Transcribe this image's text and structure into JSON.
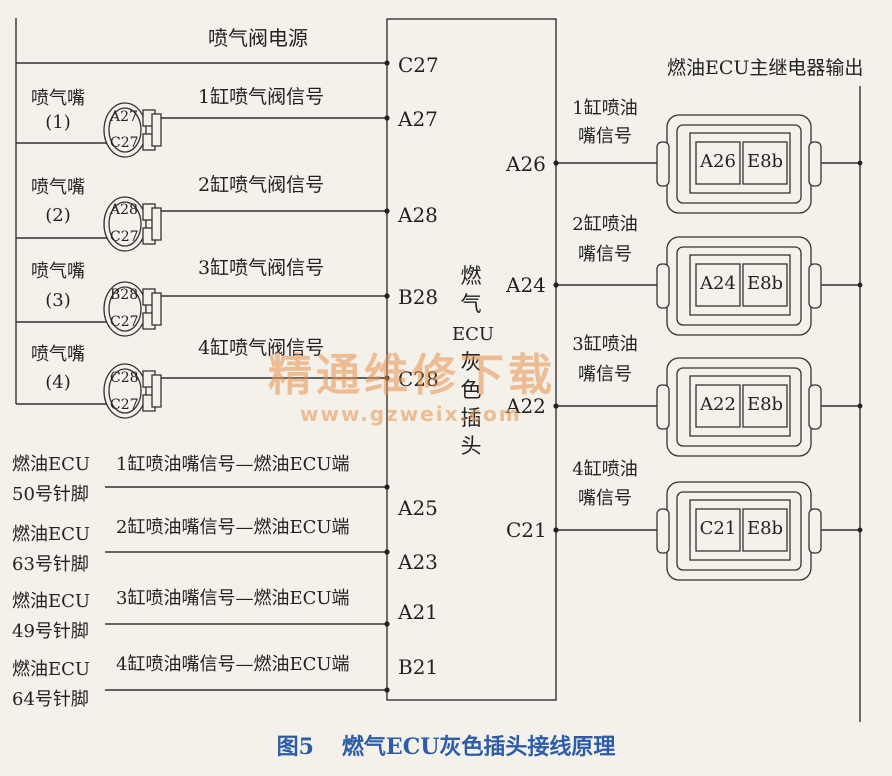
{
  "top": {
    "power_label": "喷气阀电源",
    "relay_output_label": "燃油ECU主继电器输出"
  },
  "connector": {
    "name_chars": [
      "燃",
      "气",
      "ECU",
      "灰",
      "色",
      "插",
      "头"
    ]
  },
  "left_pins": [
    "C27",
    "A27",
    "A28",
    "B28",
    "C28",
    "A25",
    "A23",
    "A21",
    "B21"
  ],
  "right_pins": [
    "A26",
    "A24",
    "A22",
    "C21"
  ],
  "valves": [
    {
      "label": "喷气嘴",
      "num": "(1)",
      "pins": [
        "A27",
        "C27"
      ],
      "signal": "1缸喷气阀信号"
    },
    {
      "label": "喷气嘴",
      "num": "(2)",
      "pins": [
        "A28",
        "C27"
      ],
      "signal": "2缸喷气阀信号"
    },
    {
      "label": "喷气嘴",
      "num": "(3)",
      "pins": [
        "B28",
        "C27"
      ],
      "signal": "3缸喷气阀信号"
    },
    {
      "label": "喷气嘴",
      "num": "(4)",
      "pins": [
        "C28",
        "C27"
      ],
      "signal": "4缸喷气阀信号"
    }
  ],
  "ecu_inputs": [
    {
      "source_line1": "燃油ECU",
      "source_line2": "50号针脚",
      "signal": "1缸喷油嘴信号—燃油ECU端"
    },
    {
      "source_line1": "燃油ECU",
      "source_line2": "63号针脚",
      "signal": "2缸喷油嘴信号—燃油ECU端"
    },
    {
      "source_line1": "燃油ECU",
      "source_line2": "49号针脚",
      "signal": "3缸喷油嘴信号—燃油ECU端"
    },
    {
      "source_line1": "燃油ECU",
      "source_line2": "64号针脚",
      "signal": "4缸喷油嘴信号—燃油ECU端"
    }
  ],
  "injectors": [
    {
      "line1": "1缸喷油",
      "line2": "嘴信号",
      "pins": [
        "A26",
        "E8b"
      ]
    },
    {
      "line1": "2缸喷油",
      "line2": "嘴信号",
      "pins": [
        "A24",
        "E8b"
      ]
    },
    {
      "line1": "3缸喷油",
      "line2": "嘴信号",
      "pins": [
        "A22",
        "E8b"
      ]
    },
    {
      "line1": "4缸喷油",
      "line2": "嘴信号",
      "pins": [
        "C21",
        "E8b"
      ]
    }
  ],
  "watermark": {
    "text": "精通维修下载",
    "url": "www.gzweix.com"
  },
  "caption": {
    "fig": "图5",
    "title": "燃气ECU灰色插头接线原理"
  }
}
